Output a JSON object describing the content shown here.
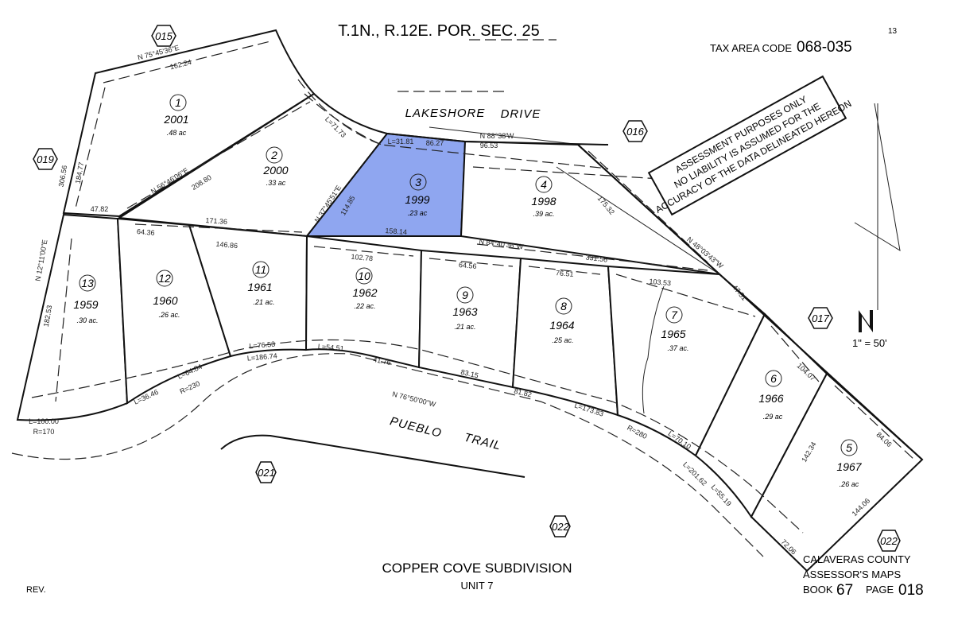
{
  "header": {
    "township": "T.1N., R.12E. POR. SEC. 25",
    "page_corner": "13",
    "tax_area_label": "TAX AREA CODE",
    "tax_area_code": "068-035"
  },
  "disclaimer": {
    "line1": "ASSESSMENT PURPOSES ONLY",
    "line2": "NO LIABILITY IS ASSUMED FOR THE",
    "line3": "ACCURACY OF THE DATA DELINEATED HEREON"
  },
  "streets": {
    "north": "LAKESHORE",
    "north2": "DRIVE",
    "south": "PUEBLO",
    "south2": "TRAIL"
  },
  "highlight_color": "#8fa6f0",
  "selected_lot": "3",
  "lots": [
    {
      "num": "1",
      "apn": "2001",
      "acres": ".48 ac"
    },
    {
      "num": "2",
      "apn": "2000",
      "acres": ".33 ac"
    },
    {
      "num": "3",
      "apn": "1999",
      "acres": ".23 ac"
    },
    {
      "num": "4",
      "apn": "1998",
      "acres": ".39 ac."
    },
    {
      "num": "5",
      "apn": "1967",
      "acres": ".26 ac"
    },
    {
      "num": "6",
      "apn": "1966",
      "acres": ".29 ac"
    },
    {
      "num": "7",
      "apn": "1965",
      "acres": ".37 ac."
    },
    {
      "num": "8",
      "apn": "1964",
      "acres": ".25 ac."
    },
    {
      "num": "9",
      "apn": "1963",
      "acres": ".21 ac."
    },
    {
      "num": "10",
      "apn": "1962",
      "acres": ".22 ac."
    },
    {
      "num": "11",
      "apn": "1961",
      "acres": ".21 ac."
    },
    {
      "num": "12",
      "apn": "1960",
      "acres": ".26 ac."
    },
    {
      "num": "13",
      "apn": "1959",
      "acres": ".30 ac."
    }
  ],
  "adjacent_pages": [
    "015",
    "019",
    "016",
    "017",
    "021",
    "022",
    "022"
  ],
  "dimensions": [
    "N 75°45'36\"E",
    "162.24",
    "L=71.73",
    "184.77",
    "306.56",
    "N 56°46'06\"E",
    "208.80",
    "47.82",
    "171.36",
    "N 37°45'51\"E",
    "114.85",
    "L=31.81",
    "86.27",
    "N 88°38'W",
    "96.53",
    "158.14",
    "N 84°40'36\"W",
    "331.56",
    "175.32",
    "N 48°03'43\"W",
    "47.51",
    "103.53",
    "76.51",
    "64.56",
    "102.78",
    "146.86",
    "64.36",
    "N 12°11'00\"E",
    "182.53",
    "N 76°50'00\"W",
    "L=100.00",
    "R=170",
    "L=36.46",
    "L=64.84",
    "R=230",
    "L=76.53",
    "L=186.74",
    "L=54.51",
    "41.76",
    "83.15",
    "81.82",
    "L=173.83",
    "R=280",
    "L=70.10",
    "L=201.62",
    "L=55.19",
    "104.07",
    "84.06",
    "142.34",
    "144.06",
    "72.06"
  ],
  "north_arrow": {
    "scale": "1\" = 50'"
  },
  "footer": {
    "subdivision": "COPPER COVE SUBDIVISION",
    "unit": "UNIT 7",
    "rev": "REV.",
    "county": "CALAVERAS COUNTY",
    "maps": "ASSESSOR'S MAPS",
    "book_label": "BOOK",
    "book": "67",
    "page_label": "PAGE",
    "page": "018"
  }
}
